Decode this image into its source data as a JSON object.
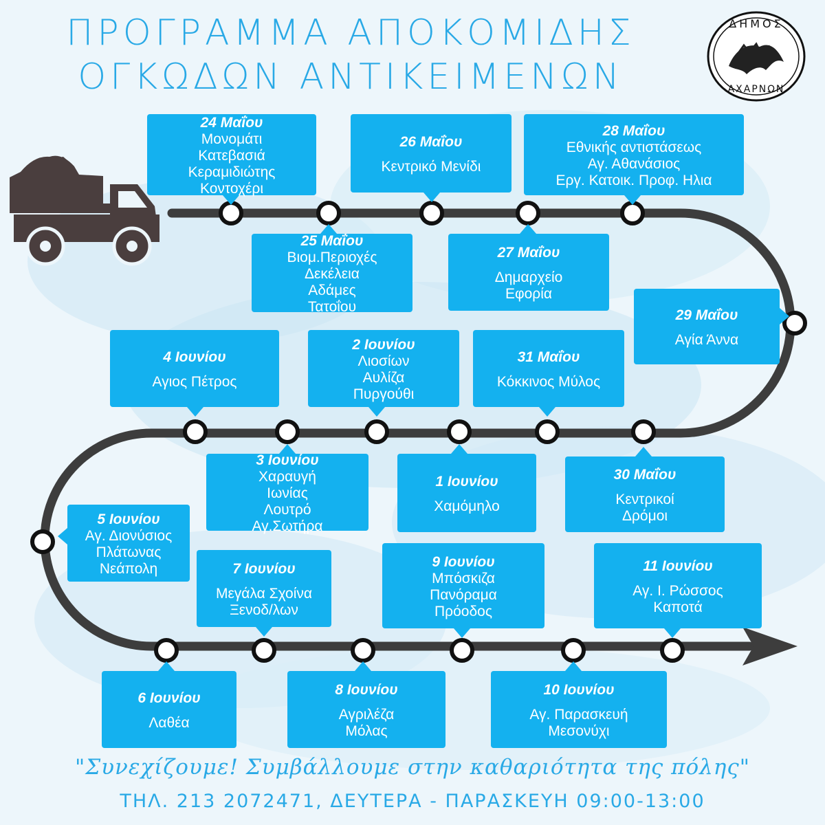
{
  "header": {
    "title_line1": "ΠΡΟΓΡΑΜΜΑ ΑΠΟΚΟΜΙΔΗΣ",
    "title_line2": "ΟΓΚΩΔΩΝ ΑΝΤΙΚΕΙΜΕΝΩΝ"
  },
  "logo": {
    "text_top": "ΔΗΜΟΣ",
    "text_bottom": "ΑΧΑΡΝΩΝ"
  },
  "colors": {
    "card": "#14b1ef",
    "road": "#3a3a3a",
    "text": "#29a9e6"
  },
  "schedule": [
    {
      "date": "24 Μαΐου",
      "places": [
        "Μονομάτι",
        "Κατεβασιά",
        "Κεραμιδιώτης",
        "Κοντοχέρι"
      ]
    },
    {
      "date": "25 Μαΐου",
      "places": [
        "Βιομ.Περιοχές",
        "Δεκέλεια",
        "Αδάμες",
        "Τατοΐου"
      ]
    },
    {
      "date": "26 Μαΐου",
      "places": [
        "Κεντρικό Μενίδι"
      ]
    },
    {
      "date": "27 Μαΐου",
      "places": [
        "Δημαρχείο",
        "Εφορία"
      ]
    },
    {
      "date": "28 Μαΐου",
      "places": [
        "Εθνικής αντιστάσεως",
        "Αγ. Αθανάσιος",
        "Εργ. Κατοικ. Προφ. Ηλια"
      ]
    },
    {
      "date": "29 Μαΐου",
      "places": [
        "Αγία Άννα"
      ]
    },
    {
      "date": "30 Μαΐου",
      "places": [
        "Κεντρικοί",
        "Δρόμοι"
      ]
    },
    {
      "date": "31 Μαΐου",
      "places": [
        "Κόκκινος Μύλος"
      ]
    },
    {
      "date": "1 Ιουνίου",
      "places": [
        "Χαμόμηλο"
      ]
    },
    {
      "date": "2 Ιουνίου",
      "places": [
        "Λιοσίων",
        "Αυλίζα",
        "Πυργούθι"
      ]
    },
    {
      "date": "3 Ιουνίου",
      "places": [
        "Χαραυγή",
        "Ιωνίας",
        "Λουτρό",
        "Αγ.Σωτήρα"
      ]
    },
    {
      "date": "4 Ιουνίου",
      "places": [
        "Αγιος Πέτρος"
      ]
    },
    {
      "date": "5 Ιουνίου",
      "places": [
        "Αγ. Διονύσιος",
        "Πλάτωνας",
        "Νεάπολη"
      ]
    },
    {
      "date": "6 Ιουνίου",
      "places": [
        "Λαθέα"
      ]
    },
    {
      "date": "7 Ιουνίου",
      "places": [
        "Μεγάλα Σχοίνα",
        "Ξενοδ/λων"
      ]
    },
    {
      "date": "8 Ιουνίου",
      "places": [
        "Αγριλέζα",
        "Μόλας"
      ]
    },
    {
      "date": "9 Ιουνίου",
      "places": [
        "Μπόσκιζα",
        "Πανόραμα",
        "Πρόοδος"
      ]
    },
    {
      "date": "10 Ιουνίου",
      "places": [
        "Αγ. Παρασκευή",
        "Μεσονύχι"
      ]
    },
    {
      "date": "11 Ιουνίου",
      "places": [
        "Αγ. Ι. Ρώσσος",
        "Καποτά"
      ]
    }
  ],
  "footer": {
    "slogan": "\"Συνεχίζουμε! Συμβάλλουμε στην καθαριότητα της πόλης\"",
    "contact": "ΤΗΛ. 213 2072471, ΔΕΥΤΕΡΑ - ΠΑΡΑΣΚΕΥΗ  09:00-13:00"
  }
}
